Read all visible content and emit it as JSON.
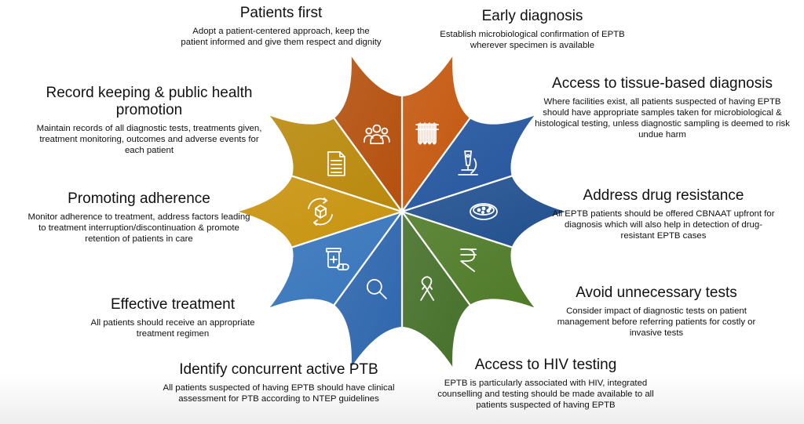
{
  "colors": {
    "orange": "#c0560f",
    "blue": "#24559e",
    "green": "#4e7a27",
    "lightblue": "#3a73b8",
    "gold": "#c9930d"
  },
  "segments": [
    {
      "key": "early-diagnosis",
      "title": "Early diagnosis",
      "text": "Establish microbiological confirmation of EPTB wherever specimen is available",
      "icon": "test-tubes-icon",
      "color": "#c4580f"
    },
    {
      "key": "tissue-diagnosis",
      "title": "Access to tissue-based diagnosis",
      "text": "Where facilities exist, all patients suspected of having EPTB should have appropriate samples taken for microbiological & histological testing, unless diagnostic sampling is deemed to risk undue harm",
      "icon": "microscope-icon",
      "color": "#24559e"
    },
    {
      "key": "drug-resistance",
      "title": "Address drug resistance",
      "text": "All EPTB patients should be offered CBNAAT upfront for diagnosis which will also help in detection of drug-resistant EPTB cases",
      "icon": "petri-dish-icon",
      "color": "#21508f"
    },
    {
      "key": "avoid-tests",
      "title": "Avoid unnecessary tests",
      "text": "Consider impact of diagnostic tests on patient management before referring patients for costly or invasive tests",
      "icon": "rupee-icon",
      "color": "#4f7b28"
    },
    {
      "key": "hiv-testing",
      "title": "Access to HIV testing",
      "text": "EPTB is particularly associated with HIV, integrated counselling and testing should be made available to all patients suspected of having EPTB",
      "icon": "awareness-ribbon-icon",
      "color": "#46702a"
    },
    {
      "key": "concurrent-ptb",
      "title": "Identify concurrent active PTB",
      "text": "All patients suspected of having EPTB should have clinical assessment for PTB according to NTEP guidelines",
      "icon": "magnifier-icon",
      "color": "#2e66ad"
    },
    {
      "key": "effective-treatment",
      "title": "Effective treatment",
      "text": "All patients should receive an appropriate treatment regimen",
      "icon": "medicine-icon",
      "color": "#3775bb"
    },
    {
      "key": "adherence",
      "title": "Promoting adherence",
      "text": "Monitor adherence to treatment, address factors leading to treatment interruption/discontinuation & promote retention of patients in care",
      "icon": "cycle-box-icon",
      "color": "#c8930e"
    },
    {
      "key": "record-keeping",
      "title": "Record keeping & public health promotion",
      "text": "Maintain records of all diagnostic tests, treatments given, treatment monitoring, outcomes and adverse events for each patient",
      "icon": "document-icon",
      "color": "#b9890c"
    },
    {
      "key": "patients-first",
      "title": "Patients first",
      "text": "Adopt a patient-centered approach, keep the patient informed and give them respect and dignity",
      "icon": "people-icon",
      "color": "#b4500e"
    }
  ]
}
